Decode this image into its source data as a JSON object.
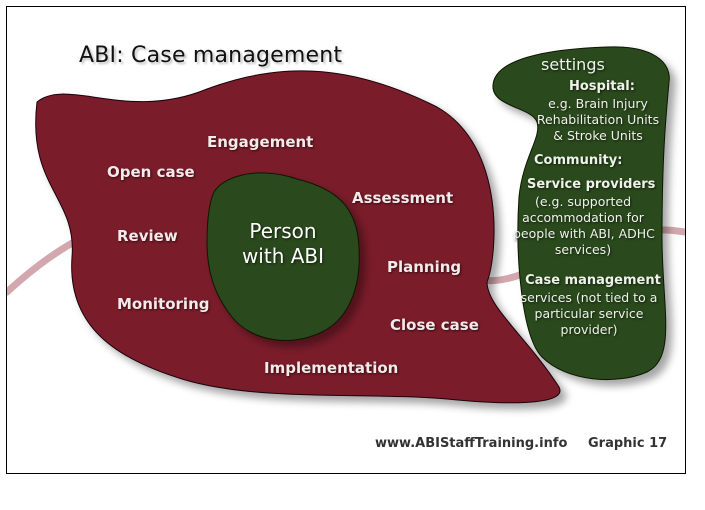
{
  "title": "ABI: Case management",
  "center": {
    "line1": "Person",
    "line2": "with ABI"
  },
  "stages": {
    "engagement": "Engagement",
    "open_case": "Open case",
    "assessment": "Assessment",
    "review": "Review",
    "planning": "Planning",
    "monitoring": "Monitoring",
    "close_case": "Close case",
    "implementation": "Implementation"
  },
  "settings": {
    "heading": "settings",
    "hospital_heading": "Hospital:",
    "hospital_lines": [
      "e.g. Brain Injury",
      "Rehabilitation Units",
      "& Stroke Units"
    ],
    "community_heading": "Community:",
    "service_heading": "Service providers",
    "service_lines": [
      "(e.g. supported",
      "accommodation for",
      "people with ABI, ADHC",
      "services)"
    ],
    "cm_heading": "Case management",
    "cm_lines": [
      "services (not tied to a",
      "particular service",
      "provider)"
    ]
  },
  "footer": {
    "website": "www.ABIStaffTraining.info",
    "graphic": "Graphic 17"
  },
  "colors": {
    "maroon": "#7a1c2c",
    "green": "#2c4a1a",
    "pink_line": "#d2a8ae"
  }
}
